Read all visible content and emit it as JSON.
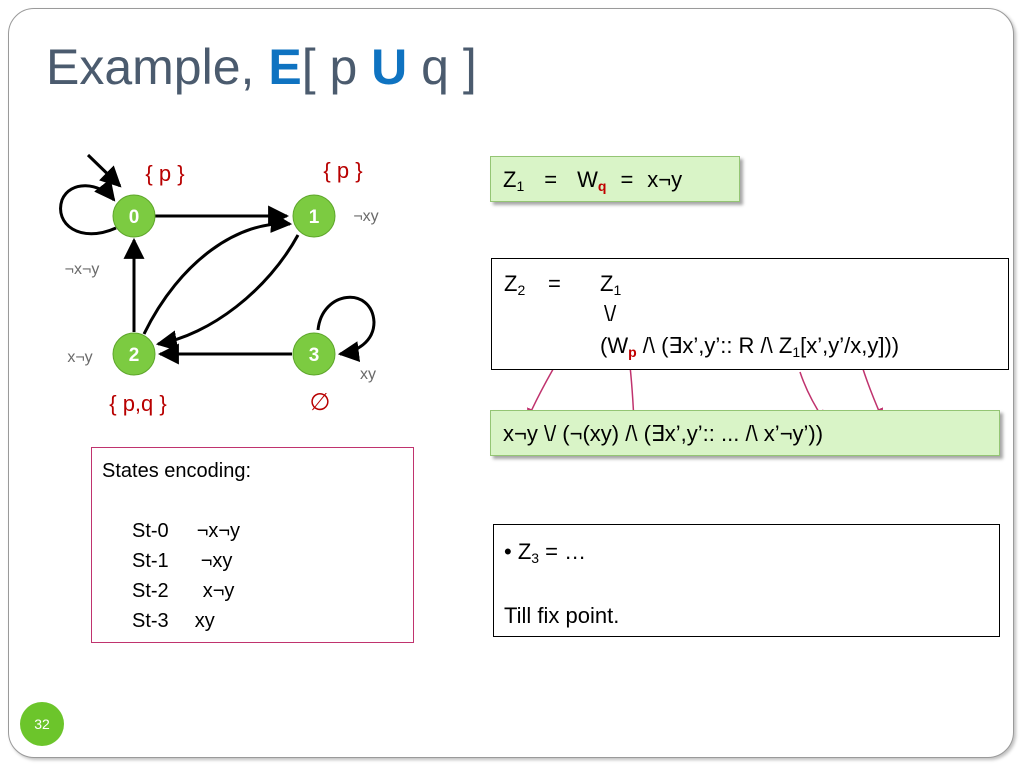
{
  "title": {
    "prefix": "Example, ",
    "e": "E",
    "bracket_open": "[ p ",
    "u": "U",
    "bracket_close": " q ]"
  },
  "graph": {
    "nodes": [
      {
        "id": "0",
        "props": "{ p }",
        "encoding": "¬x¬y"
      },
      {
        "id": "1",
        "props": "{ p }",
        "encoding": "¬xy"
      },
      {
        "id": "2",
        "props": "{ p,q }",
        "encoding": "x¬y"
      },
      {
        "id": "3",
        "props": "∅",
        "encoding": "xy"
      }
    ],
    "edges": [
      {
        "from": "0",
        "to": "0"
      },
      {
        "from": "0",
        "to": "1"
      },
      {
        "from": "1",
        "to": "2"
      },
      {
        "from": "2",
        "to": "0"
      },
      {
        "from": "2",
        "to": "1"
      },
      {
        "from": "3",
        "to": "2"
      },
      {
        "from": "3",
        "to": "3"
      }
    ],
    "colors": {
      "node_fill": "#7ccb41",
      "red": "#b80000",
      "gray": "#6a6a6a",
      "arrow_pink": "#c0336e"
    }
  },
  "states_box": {
    "heading": "States encoding:",
    "rows": [
      {
        "name": "St-0",
        "code": "¬x¬y"
      },
      {
        "name": "St-1",
        "code": "¬xy"
      },
      {
        "name": "St-2",
        "code": "x¬y"
      },
      {
        "name": "St-3",
        "code": "xy"
      }
    ]
  },
  "z1": {
    "lhs": "Z",
    "lhs_sub": "1",
    "eq": "=",
    "w": "W",
    "w_sub": "q",
    "eq2": "=",
    "rhs": "x¬y"
  },
  "z2": {
    "lhs": "Z",
    "lhs_sub": "2",
    "eq": "=",
    "z": "Z",
    "z_sub": "1",
    "or": "\\/",
    "w_open": "(W",
    "w_sub": "p",
    "and_exists": " /\\ (∃x’,y’::  R  /\\ Z",
    "z_inner_sub": "1",
    "tail": "[x’,y’/x,y]))"
  },
  "result": {
    "text": "x¬y  \\/  (¬(xy)  /\\  (∃x’,y’::  ...  /\\ x’¬y’))"
  },
  "z3": {
    "bullet": "•",
    "lhs": " Z",
    "lhs_sub": "3",
    "rest": "  =   …",
    "footer": "Till  fix point."
  },
  "page_number": "32"
}
